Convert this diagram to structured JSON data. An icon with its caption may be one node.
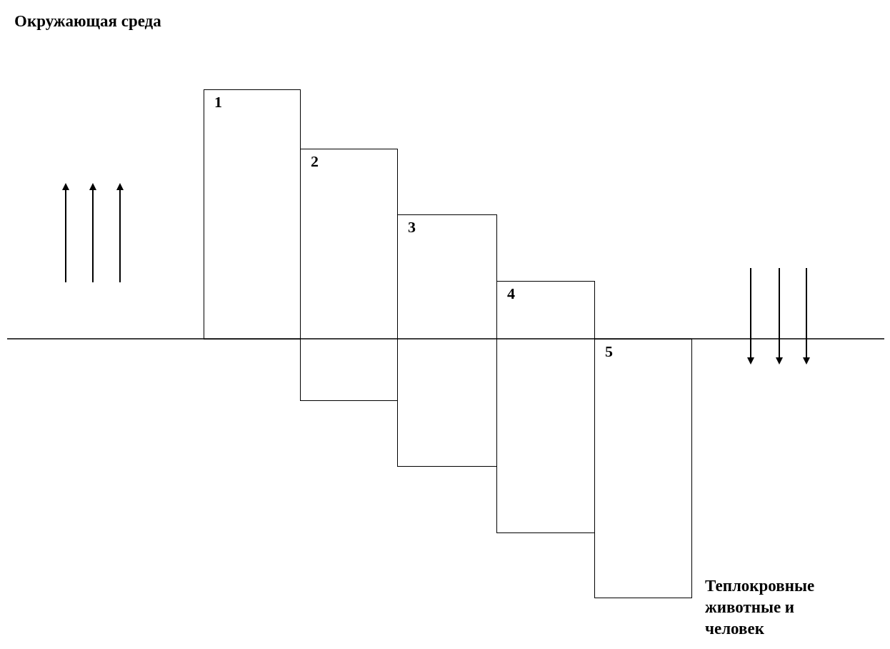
{
  "diagram": {
    "nodes": [
      {
        "text": [
          "1"
        ]
      },
      {
        "text": [
          "2"
        ]
      },
      {
        "text": [
          "3"
        ]
      },
      {
        "text": [
          "4"
        ]
      },
      {
        "text": [
          "5"
        ]
      }
    ],
    "edges": [],
    "labels": [
      "Окружающая среда",
      "Теплокровные животные и человек"
    ]
  }
}
